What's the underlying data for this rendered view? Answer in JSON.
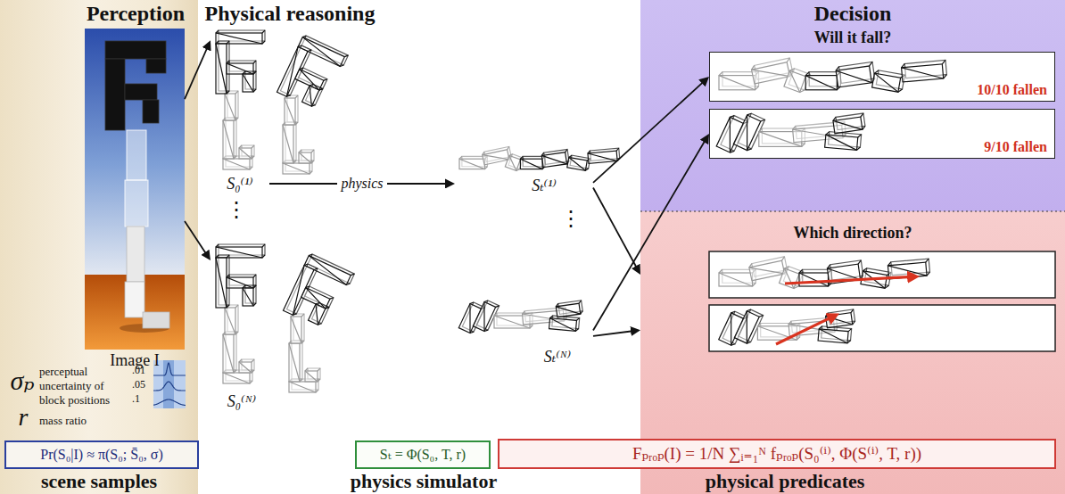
{
  "diagram": {
    "nodes": [
      {
        "text": [
          "Perception"
        ]
      },
      {
        "text": [
          "Image I"
        ],
        "in": 0
      },
      {
        "text": [
          "Pr(S₀|I) ≈ π(S₀; S̄₀, σ)"
        ],
        "in": 0
      },
      {
        "text": [
          "S₀⁽¹⁾"
        ]
      },
      {
        "text": [
          "Sₜ⁽¹⁾"
        ]
      },
      {
        "text": [
          "S₀⁽ᴺ⁾"
        ]
      },
      {
        "text": [
          "Sₜ⁽ᴺ⁾"
        ]
      },
      {
        "text": [
          "Sₜ = Φ(S₀, T, r)"
        ]
      },
      {
        "text": [
          "Decision",
          "Will it fall?"
        ]
      },
      {
        "text": [
          "10/10 fallen"
        ],
        "in": 8
      },
      {
        "text": [
          "9/10 fallen"
        ],
        "in": 8
      },
      {
        "text": [
          "Which direction?"
        ]
      },
      {
        "text": [
          "Fₚᵣₒₚ(I) = 1/N ∑ᵢ₌₁ᴺ fₚᵣₒₚ(S₀⁽ⁱ⁾, Φ(S⁽ⁱ⁾, T, r))"
        ]
      }
    ],
    "edges": [
      {
        "from": 1,
        "to": 3,
        "arrow": "to"
      },
      {
        "from": 1,
        "to": 5,
        "arrow": "to"
      },
      {
        "from": 3,
        "to": 4,
        "label": "physics",
        "arrow": "to"
      },
      {
        "from": 4,
        "to": 9,
        "arrow": "to"
      },
      {
        "from": 4,
        "to": 11,
        "arrow": "to"
      },
      {
        "from": 6,
        "to": 10,
        "arrow": "to"
      },
      {
        "from": 6,
        "to": 11,
        "arrow": "to"
      }
    ],
    "labels": [
      "Physical reasoning",
      "⋮",
      "⋮",
      "σₚ",
      "perceptual uncertainty of block positions",
      ".01",
      ".05",
      ".1",
      "r",
      "mass ratio",
      "scene samples",
      "physics simulator",
      "physical predicates"
    ]
  }
}
